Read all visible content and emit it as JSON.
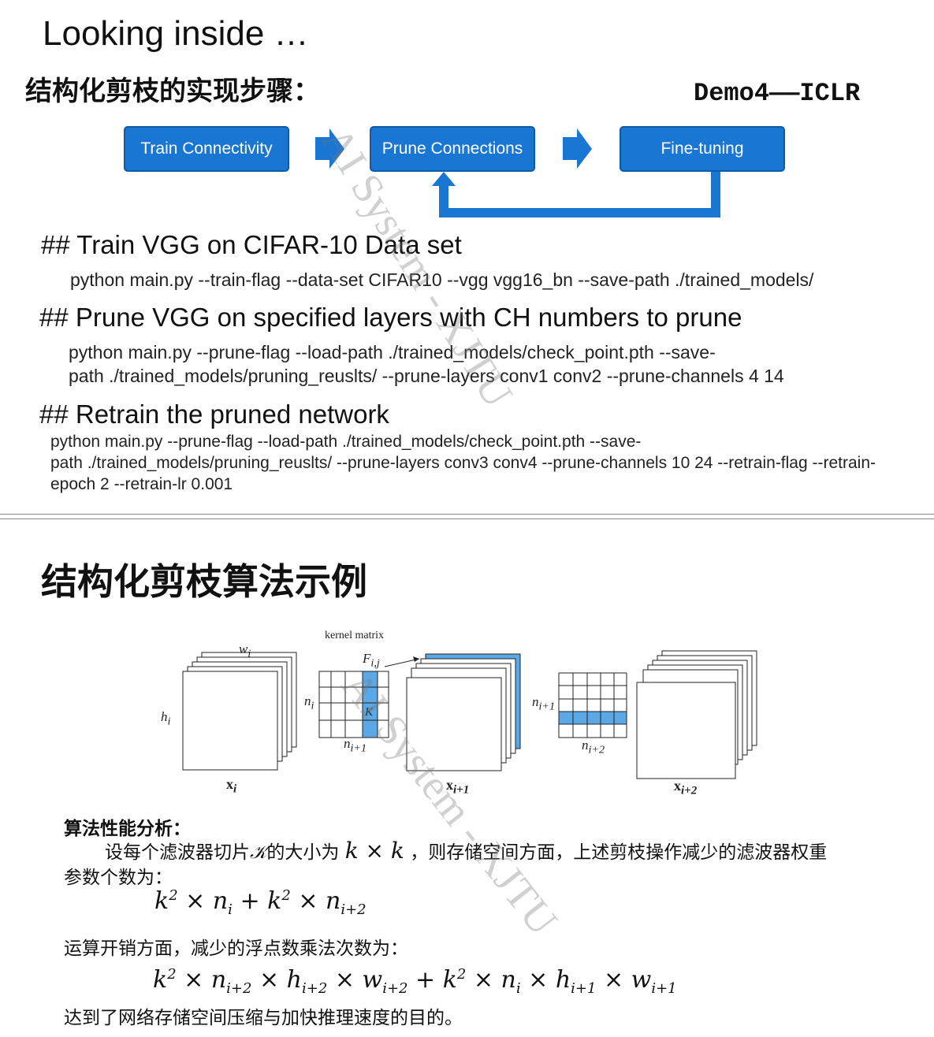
{
  "slide1": {
    "title": "Looking inside …",
    "subtitle": "结构化剪枝的实现步骤：",
    "demo": "Demo4——ICLR",
    "flow": [
      "Train Connectivity",
      "Prune Connections",
      "Fine-tuning"
    ],
    "sections": [
      {
        "heading": "## Train VGG on CIFAR-10 Data set",
        "lines": [
          "python main.py --train-flag --data-set CIFAR10 --vgg vgg16_bn --save-path ./trained_models/"
        ]
      },
      {
        "heading": "## Prune VGG on specified layers with CH numbers to prune",
        "lines": [
          "python main.py --prune-flag --load-path ./trained_models/check_point.pth --save-",
          "path ./trained_models/pruning_reuslts/ --prune-layers conv1 conv2 --prune-channels 4 14"
        ]
      },
      {
        "heading": "## Retrain the pruned network",
        "lines": [
          "python main.py --prune-flag --load-path ./trained_models/check_point.pth --save-",
          "path ./trained_models/pruning_reuslts/ --prune-layers conv3 conv4 --prune-channels 10 24 --retrain-flag --retrain-",
          "epoch 2 --retrain-lr 0.001"
        ]
      }
    ],
    "colors": {
      "box": "#1976d2",
      "arrow": "#1976d2"
    }
  },
  "slide2": {
    "title": "结构化剪枝算法示例",
    "figure": {
      "kernel_label": "kernel matrix",
      "labels": {
        "w_i": "w",
        "w_i_sub": "i",
        "h_i": "h",
        "h_i_sub": "i",
        "n_i": "n",
        "n_i_sub": "i",
        "n_i1": "n",
        "n_i1_sub": "i+1",
        "n_i2": "n",
        "n_i2_sub": "i+2",
        "F": "F",
        "F_sub": "i,j",
        "K": "K",
        "x_i": "x",
        "x_i_sub": "i",
        "x_i1": "x",
        "x_i1_sub": "i+1",
        "x_i2": "x",
        "x_i2_sub": "i+2"
      },
      "highlight_color": "#5aa9e6"
    },
    "analysis_heading": "算法性能分析：",
    "para1a": "设每个滤波器切片",
    "para1b": "的大小为",
    "para1c": "，则存储空间方面，上述剪枝操作减少的滤波器权重",
    "para1d": "参数个数为：",
    "para2": "运算开销方面，减少的浮点数乘法次数为：",
    "para3": "达到了网络存储空间压缩与加快推理速度的目的。"
  },
  "watermark": "AI System - XJTU"
}
